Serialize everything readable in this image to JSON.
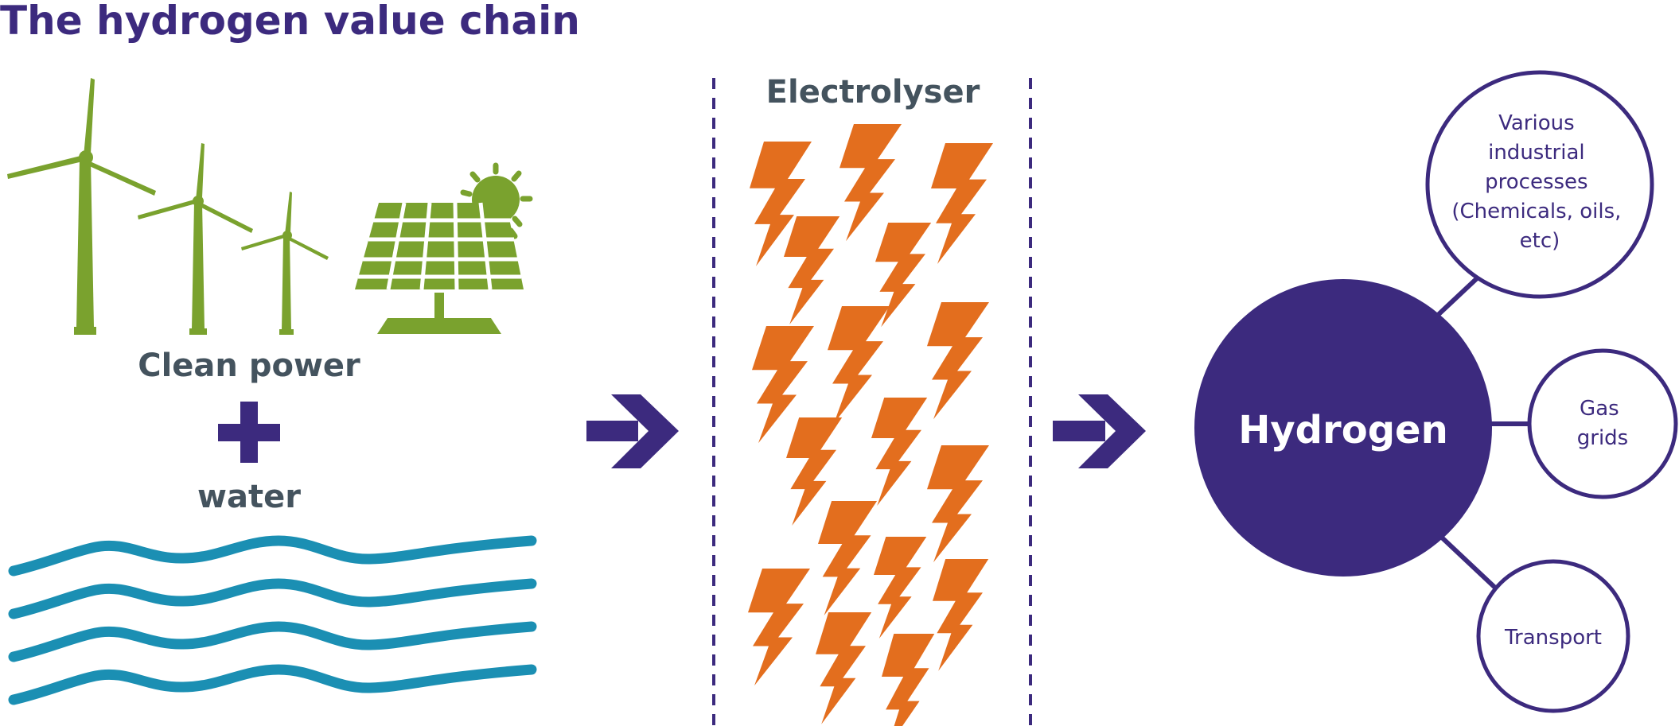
{
  "title": "The hydrogen value chain",
  "clean_power_label": "Clean power",
  "water_label": "water",
  "electrolyser_label": "Electrolyser",
  "hub_label": "Hydrogen",
  "uses": [
    {
      "lines": [
        "Various",
        "industrial",
        "processes",
        "(Chemicals, oils,",
        "etc)"
      ]
    },
    {
      "lines": [
        "Gas",
        "grids"
      ]
    },
    {
      "lines": [
        "Transport"
      ]
    }
  ],
  "colors": {
    "primary": "#3c2a7e",
    "green": "#7aa22e",
    "teal": "#1b8fb3",
    "orange": "#e36e1e",
    "slate": "#44535e",
    "white": "#ffffff"
  },
  "icons": {
    "wind": "wind-turbine-icon",
    "solar": "solar-panel-icon",
    "sun": "sun-icon",
    "plus": "plus-icon",
    "water": "water-waves-icon",
    "bolt": "lightning-bolt-icon",
    "arrow": "arrow-right-icon"
  }
}
